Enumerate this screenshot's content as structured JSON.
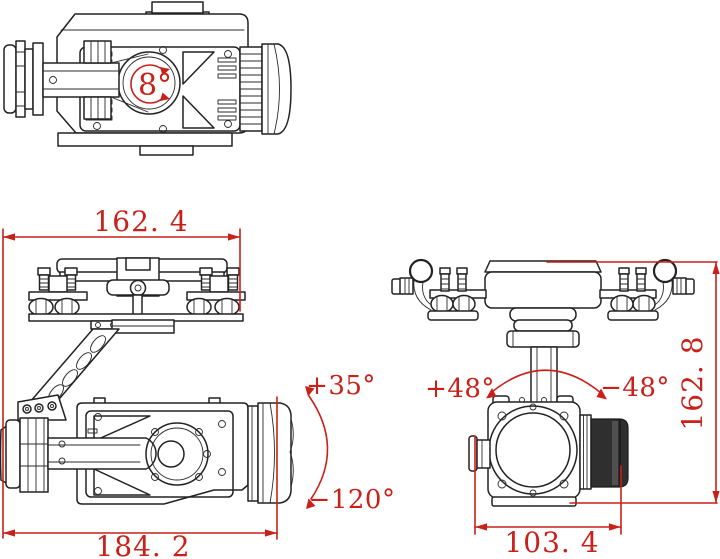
{
  "colors": {
    "background": "#ffffff",
    "line_black": "#222222",
    "annotation_red": "#c92019",
    "motor_dark_fill": "#2f2f2f"
  },
  "views": {
    "top": {
      "yaw_angle_label": "8°"
    },
    "side": {
      "top_width_label": "162. 4",
      "overall_width_label": "184. 2"
    },
    "front": {
      "width_label": "103. 4",
      "height_label": "162. 8"
    }
  },
  "angles": {
    "pitch_up_label": "+35°",
    "pitch_down_label": "−120°",
    "roll_left_label": "+48°",
    "roll_right_label": "−48°"
  }
}
